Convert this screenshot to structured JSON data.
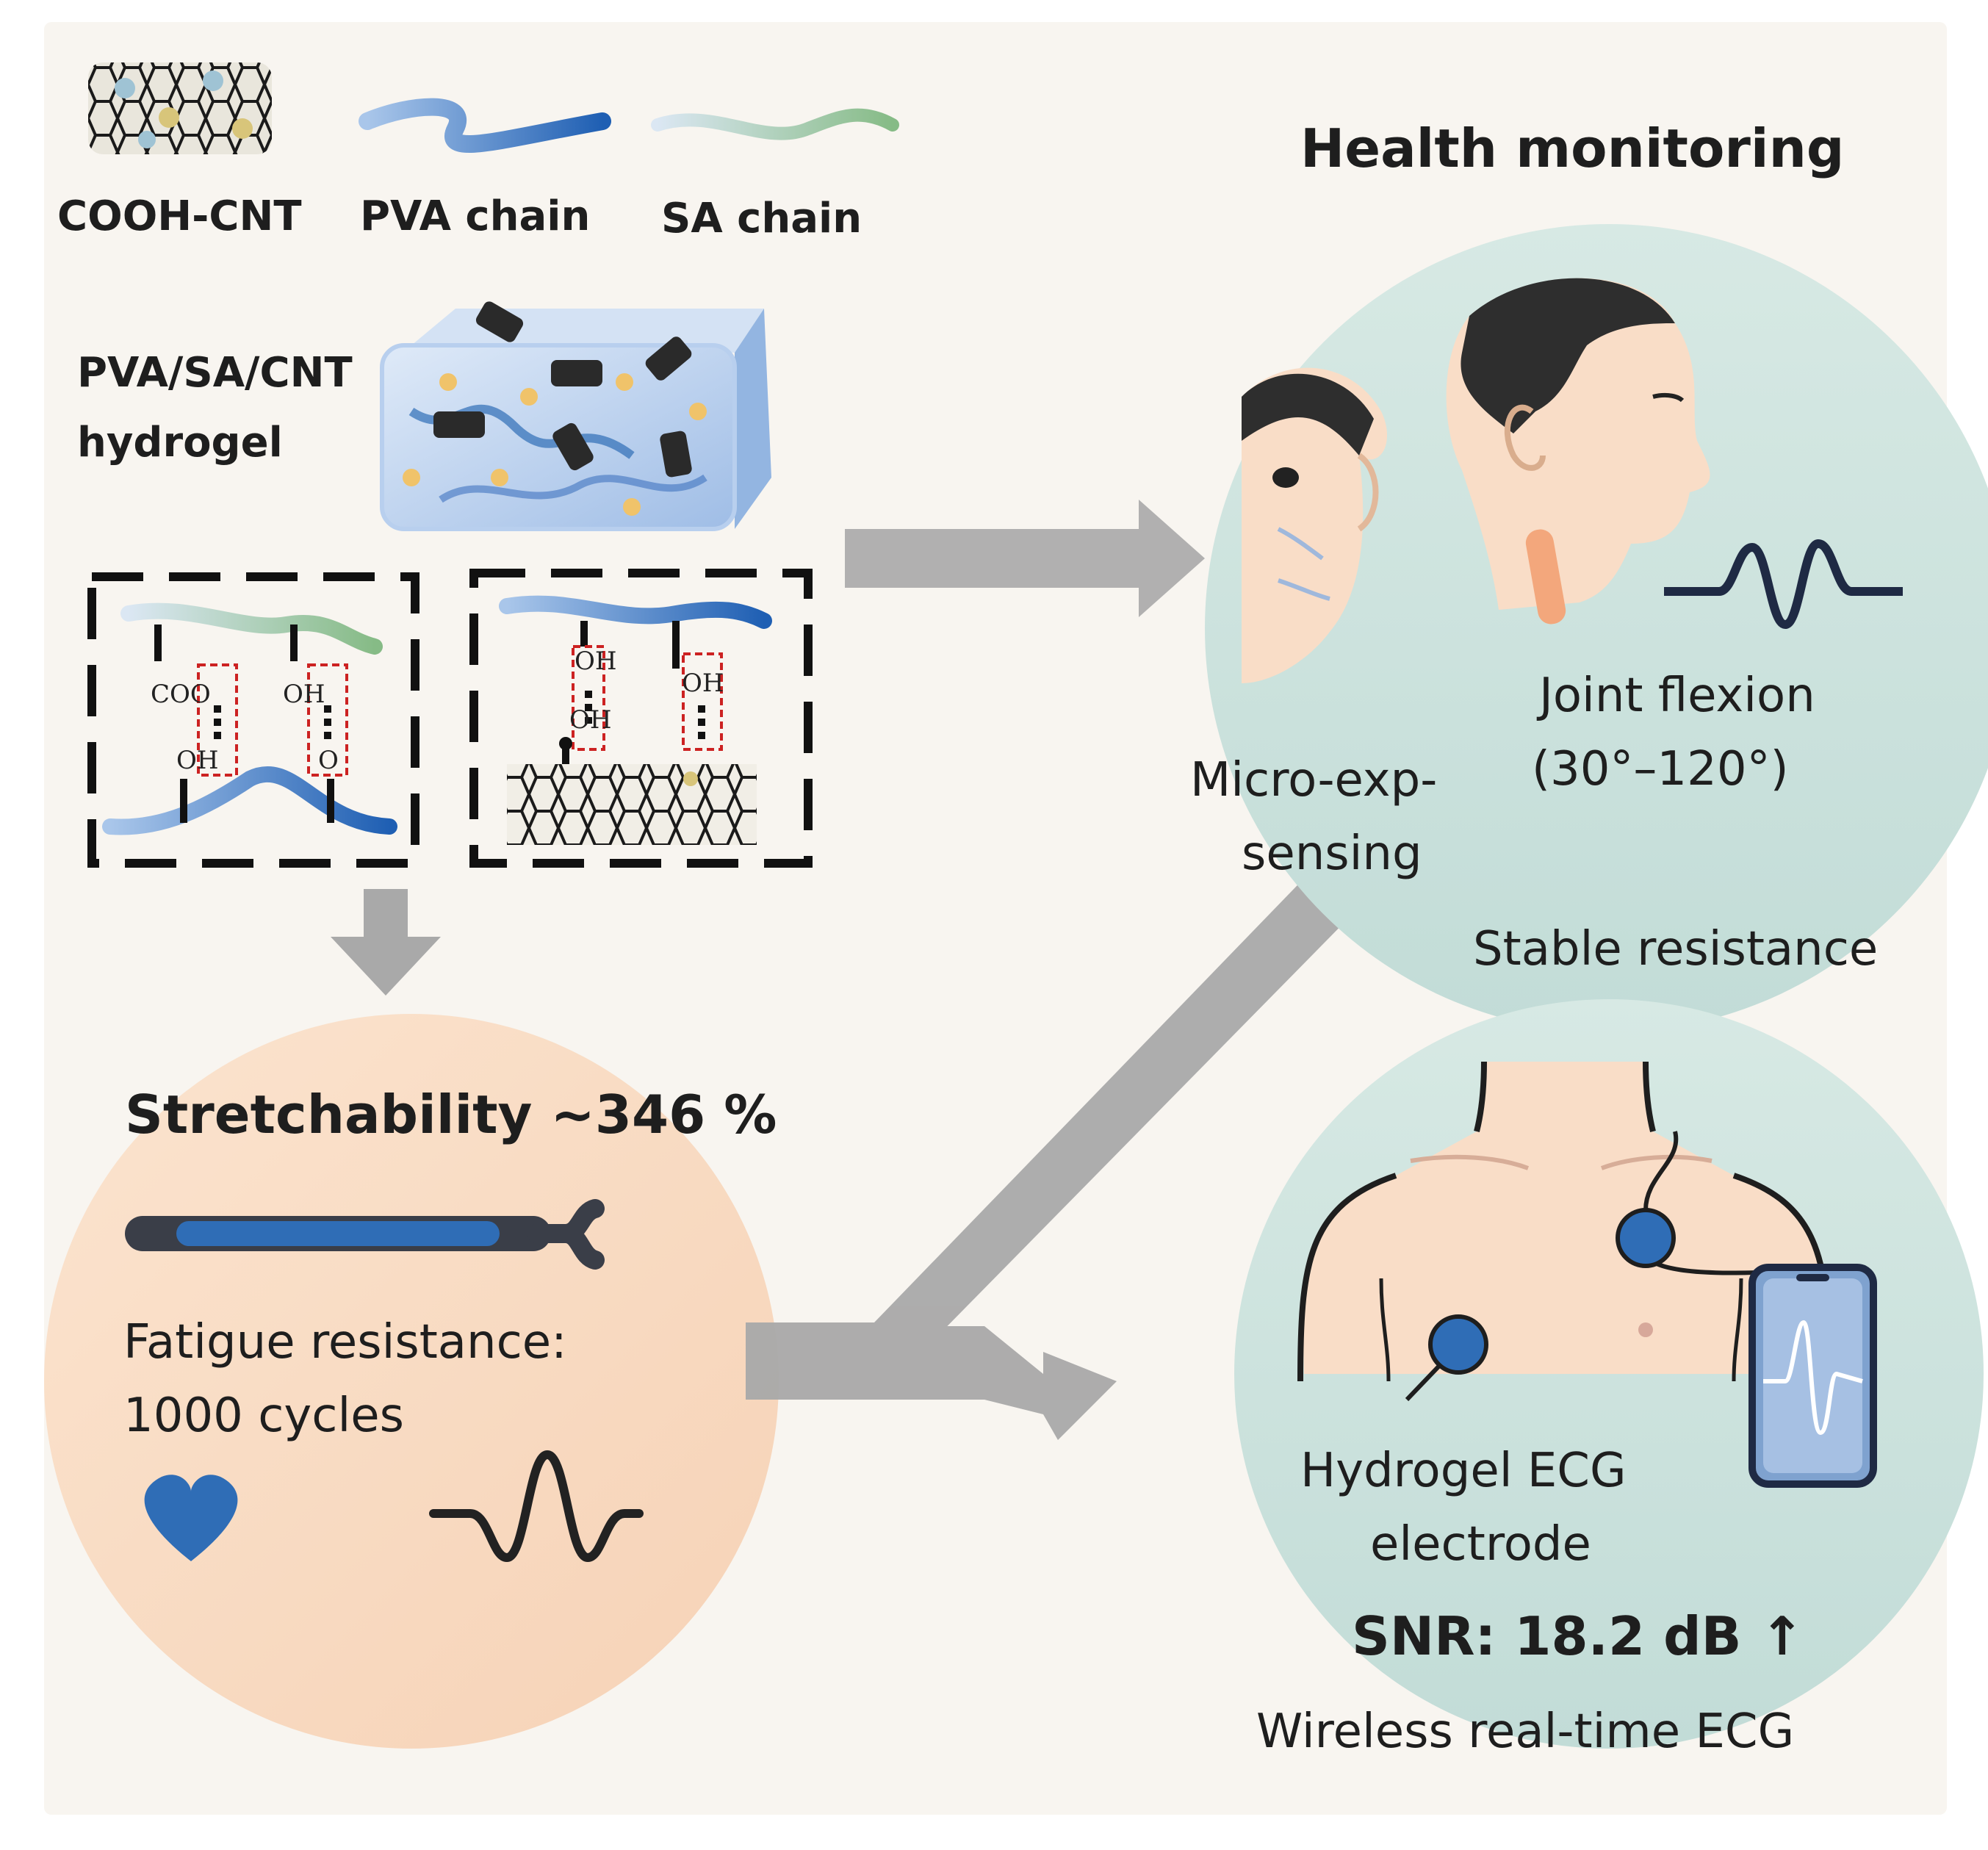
{
  "materials": {
    "cnt_label": "COOH-CNT",
    "pva_label": "PVA chain",
    "sa_label": "SA chain",
    "hydrogel_line1": "PVA/SA/CNT",
    "hydrogel_line2": "hydrogel"
  },
  "bonds": {
    "left": {
      "coo": "COO",
      "oh_top": "OH",
      "oh_bottom": "OH",
      "o_bottom": "O"
    },
    "right": {
      "oh_1": "OH",
      "oh_2": "OH",
      "oh_3": "OH"
    }
  },
  "properties": {
    "stretch": "Stretchability ~346 %",
    "fatigue_line1": "Fatigue resistance:",
    "fatigue_line2": "1000 cycles"
  },
  "health": {
    "title": "Health monitoring",
    "micro_line1": "Micro-exp-",
    "micro_line2": "sensing",
    "joint_line1": "Joint flexion",
    "joint_line2": "(30°–120°)",
    "stable": "Stable resistance"
  },
  "ecg": {
    "electrode_line1": "Hydrogel ECG",
    "electrode_line2": "electrode",
    "snr": "SNR: 18.2 dB ↑",
    "wireless": "Wireless real-time ECG"
  },
  "colors": {
    "panel_bg": "#f8f5f0",
    "teal_circle": "#cfe3df",
    "peach_circle": "#f9dcc4",
    "arrow_gray": "#a9a9a9",
    "pva_blue": "#3f73c0",
    "sa_green": "#9cc49e",
    "electrode_blue": "#2f6db6"
  }
}
